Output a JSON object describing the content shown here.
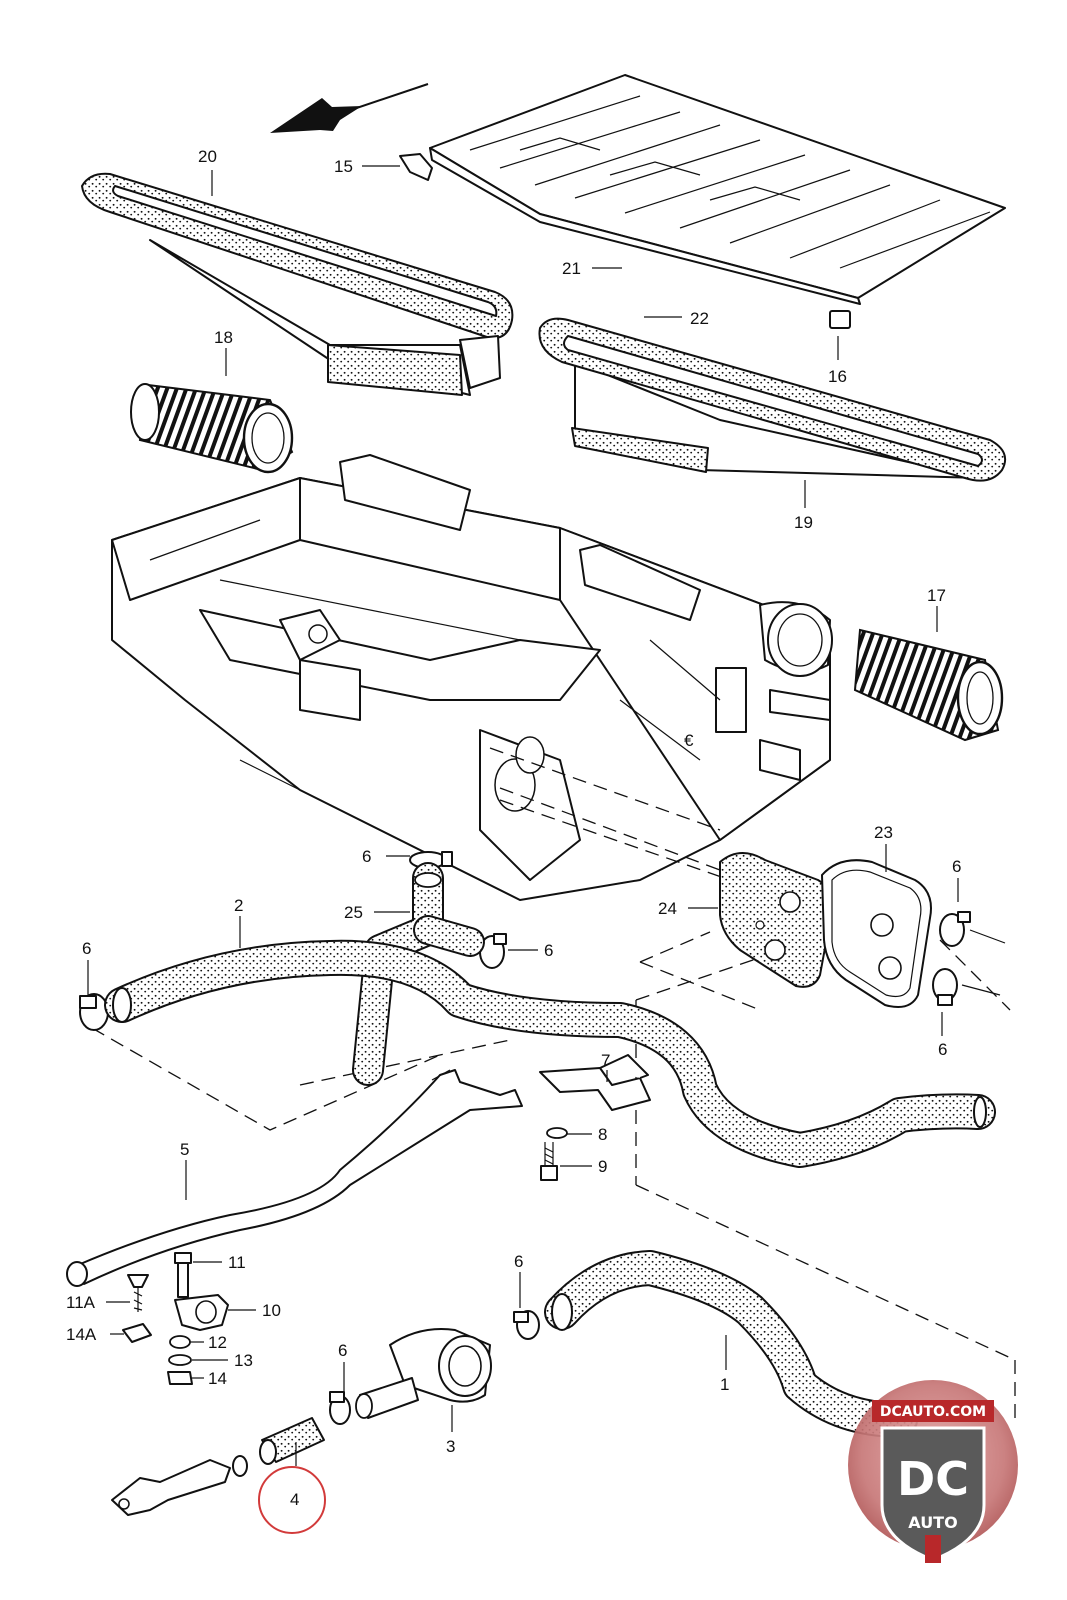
{
  "labels": {
    "p1": "1",
    "p2": "2",
    "p3": "3",
    "p4": "4",
    "p5": "5",
    "p6a": "6",
    "p6b": "6",
    "p6c": "6",
    "p6d": "6",
    "p6e": "6",
    "p6f": "6",
    "p6g": "6",
    "p7": "7",
    "p8": "8",
    "p9": "9",
    "p10": "10",
    "p11": "11",
    "p11a": "11A",
    "p12": "12",
    "p13": "13",
    "p14": "14",
    "p14a": "14A",
    "p15": "15",
    "p16": "16",
    "p17": "17",
    "p18": "18",
    "p19": "19",
    "p20": "20",
    "p21": "21",
    "p22": "22",
    "p23": "23",
    "p24": "24",
    "p25": "25",
    "glyph": "€"
  },
  "logo": {
    "url_text": "DCAUTO.COM",
    "mark": "DC",
    "sub": "AUTO"
  },
  "colors": {
    "ink": "#111111",
    "highlight_circle": "#d23a3a",
    "logo_red": "#b8282a",
    "logo_dark": "#5a5a5a"
  },
  "icons": {
    "direction_arrow": "arrow-icon"
  }
}
